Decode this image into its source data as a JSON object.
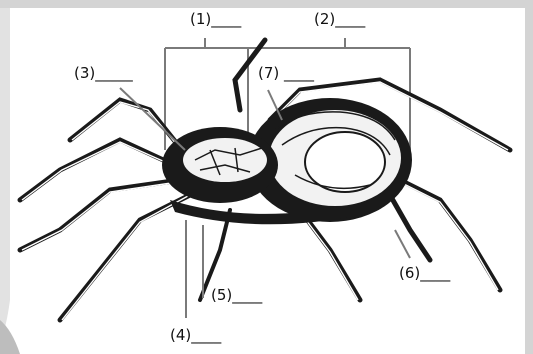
{
  "diagram": {
    "labels": {
      "l1": "(1)____",
      "l2": "(2)____",
      "l3": "(3)_____",
      "l4": "(4)____",
      "l5": "(5)____",
      "l6": "(6)____",
      "l7": "(7) ____"
    },
    "colors": {
      "background": "#ffffff",
      "border": "#cfcfcf",
      "line": "#7a7a7a",
      "ink": "#1a1a1a"
    }
  }
}
